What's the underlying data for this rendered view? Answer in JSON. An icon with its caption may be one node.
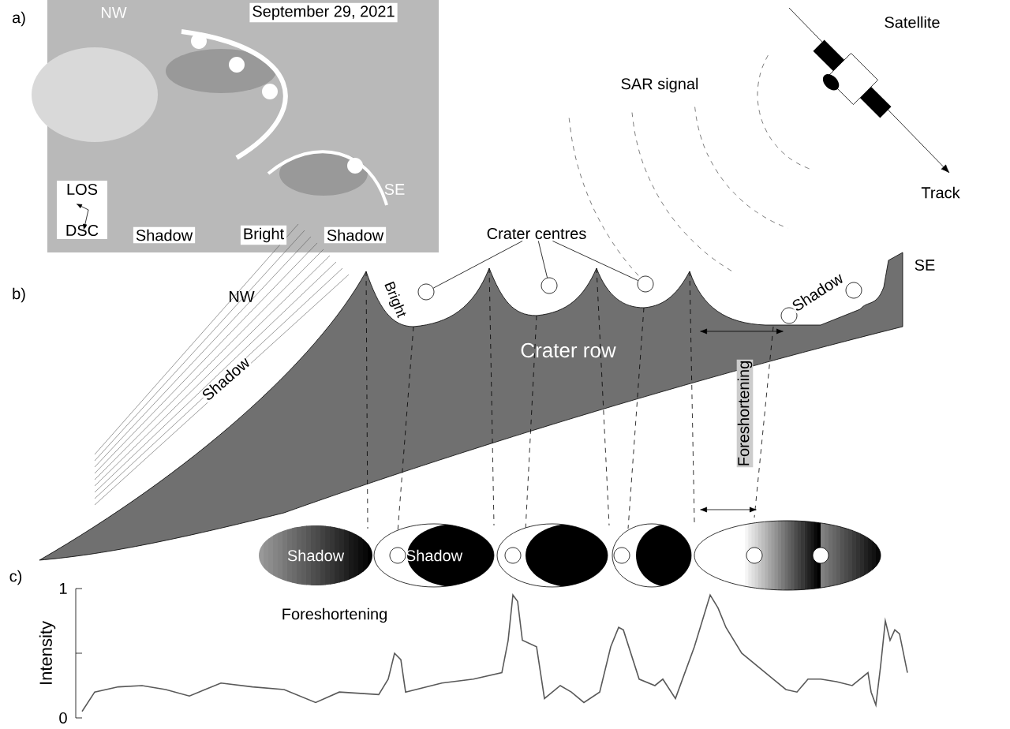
{
  "diagram": {
    "nodes": [
      {
        "text": [
          "September 29, 2021"
        ]
      },
      {
        "text": [
          "LOS",
          "DSC"
        ]
      },
      {
        "text": [
          "Shadow"
        ]
      },
      {
        "text": [
          "Bright"
        ]
      },
      {
        "text": [
          "Shadow"
        ]
      },
      {
        "text": [
          "Crater centres"
        ]
      },
      {
        "text": [],
        "shape": "circle"
      },
      {
        "text": [],
        "shape": "circle"
      },
      {
        "text": [],
        "shape": "circle"
      },
      {
        "text": [],
        "shape": "circle"
      },
      {
        "text": [],
        "shape": "circle"
      },
      {
        "text": [
          "Shadow"
        ]
      },
      {
        "text": [
          "Shadow"
        ]
      },
      {
        "text": [],
        "shape": "ellipse"
      },
      {
        "text": [],
        "shape": "ellipse"
      },
      {
        "text": [],
        "shape": "ellipse"
      }
    ],
    "edges": [
      {
        "from": 5,
        "to": 6,
        "arrow": "none"
      },
      {
        "from": 5,
        "to": 7,
        "arrow": "none"
      },
      {
        "from": 5,
        "to": 8,
        "arrow": "none"
      }
    ],
    "labels": [
      "a)",
      "NW",
      "SE",
      "Satellite",
      "SAR signal",
      "Track",
      "b)",
      "NW",
      "Bright",
      "Shadow",
      "SE",
      "Crater row",
      "Shadow",
      "Foreshortening",
      "c)",
      "1",
      "Foreshortening",
      "Intensity",
      "0"
    ]
  }
}
